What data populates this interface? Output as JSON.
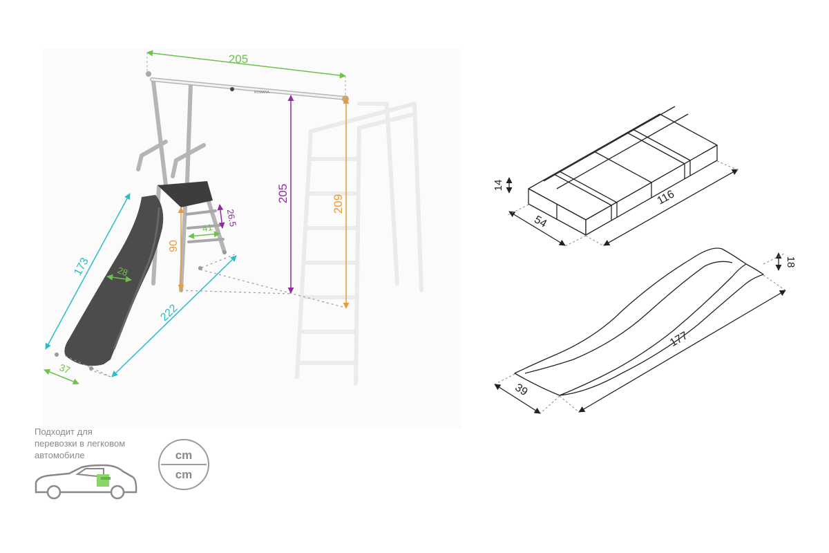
{
  "left_diagram": {
    "dims": {
      "crossbar_width": "205",
      "crossbar_height": "205",
      "frame_height": "209",
      "slide_length": "173",
      "slide_width": "28",
      "step_height": "26.5",
      "step_width": "41",
      "platform_height": "90",
      "base_length": "222",
      "base_width": "37"
    },
    "brand_label": "ROMANA"
  },
  "box_package": {
    "height": "14",
    "width": "54",
    "length": "116"
  },
  "slide_package": {
    "height": "18",
    "width": "39",
    "length": "177"
  },
  "car_note": {
    "lines": [
      "Подходит для",
      "перевозки в легковом",
      "автомобиле"
    ]
  },
  "units_badge": {
    "top": "cm",
    "bottom": "cm"
  },
  "colors": {
    "green": "#6cc24a",
    "purple": "#8e2e9c",
    "orange": "#e89a3c",
    "teal": "#2bbcc4",
    "frame": "#b8b8b8",
    "slide": "#4a4a4a",
    "ghost": "#ececec"
  }
}
